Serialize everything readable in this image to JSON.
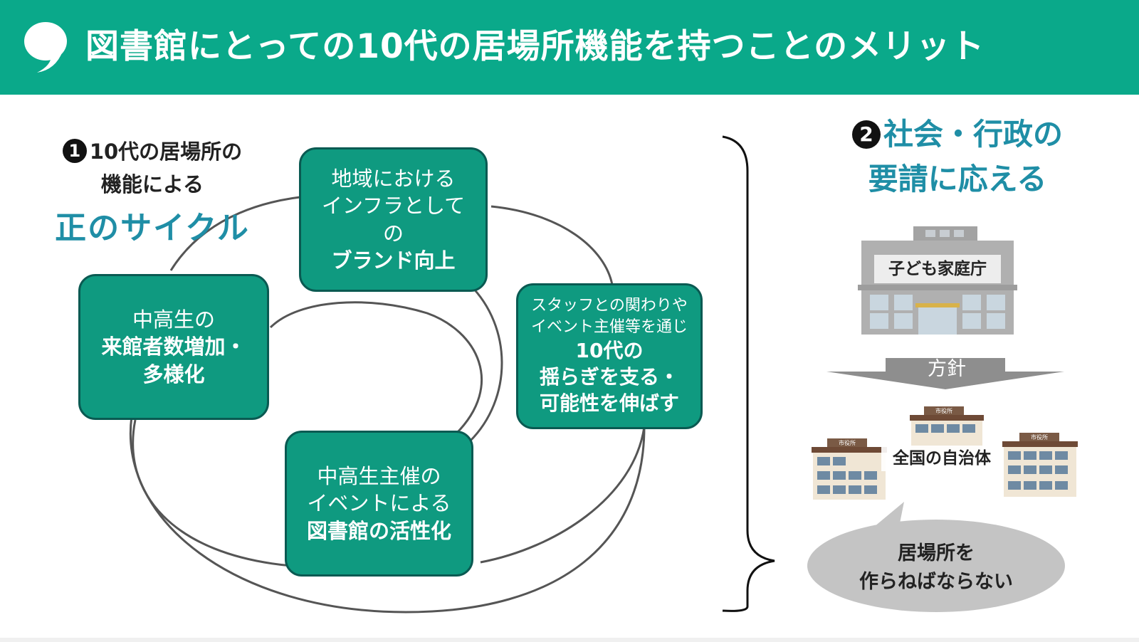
{
  "header": {
    "title": "図書館にとっての10代の居場所機能を持つことのメリット"
  },
  "section1": {
    "number": "1",
    "line1": "10代の居場所の",
    "line2": "機能による",
    "line3": "正のサイクル"
  },
  "cycle_boxes": {
    "top": {
      "line1": "地域における",
      "line2": "インフラとして",
      "line3": "の",
      "line4": "ブランド向上"
    },
    "right": {
      "line1": "スタッフとの関わりや",
      "line2": "イベント主催等を通じ",
      "line3": "10代の",
      "line4": "揺らぎを支る・",
      "line5": "可能性を伸ばす"
    },
    "bottom": {
      "line1": "中高生主催の",
      "line2": "イベントによる",
      "line3": "図書館の活性化"
    },
    "left": {
      "line1": "中高生の",
      "line2": "来館者数増加・",
      "line3": "多様化"
    }
  },
  "section2": {
    "number": "2",
    "line1": "社会・行政の",
    "line2": "要請に応える",
    "agency": "子ども家庭庁",
    "policy": "方針",
    "municipalities": "全国の自治体",
    "building_sign": "市役所",
    "speech": {
      "line1": "居場所を",
      "line2": "作らねばならない"
    }
  }
}
